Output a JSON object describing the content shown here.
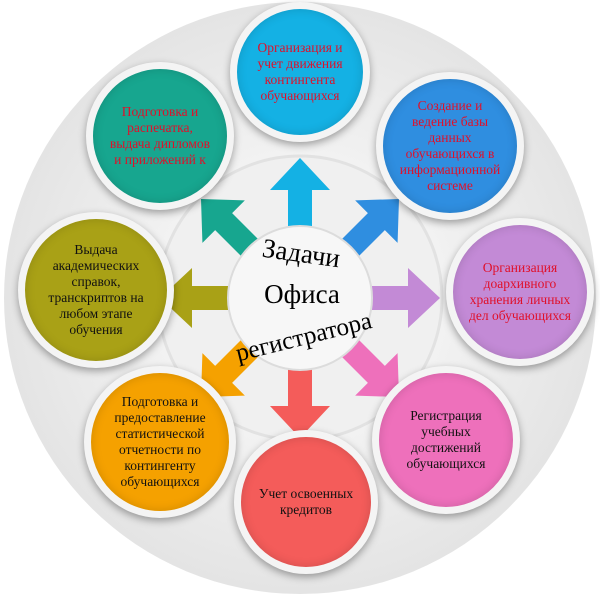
{
  "center": {
    "line1": "Задачи",
    "line2": "Офиса",
    "line3": "регистратора"
  },
  "nodes": [
    {
      "id": "top",
      "text": "Организация и учет движения контингента обучающихся",
      "color": "#14b1e4",
      "text_color": "#e0102a"
    },
    {
      "id": "top-right",
      "text": "Создание и ведение базы данных обучающихся в информационной системе",
      "color": "#2f8ee0",
      "text_color": "#e0102a"
    },
    {
      "id": "right",
      "text": "Организация доархивного хранения личных дел обучающихся",
      "color": "#c38ad6",
      "text_color": "#e0102a"
    },
    {
      "id": "bottom-right",
      "text": "Регистрация учебных достижений обучающихся",
      "color": "#ee70bb",
      "text_color": "#111111"
    },
    {
      "id": "bottom",
      "text": "Учет освоенных кредитов",
      "color": "#f45c5a",
      "text_color": "#111111"
    },
    {
      "id": "bottom-left",
      "text": "Подготовка и предоставление статистической отчетности по контингенту обучающихся",
      "color": "#f5a100",
      "text_color": "#111111"
    },
    {
      "id": "left",
      "text": "Выдача академических справок, транскриптов на любом этапе обучения",
      "color": "#a9a116",
      "text_color": "#111111"
    },
    {
      "id": "top-left",
      "text": "Подготовка и распечатка, выдача дипломов и приложений к",
      "color": "#17a68f",
      "text_color": "#e0102a"
    }
  ]
}
